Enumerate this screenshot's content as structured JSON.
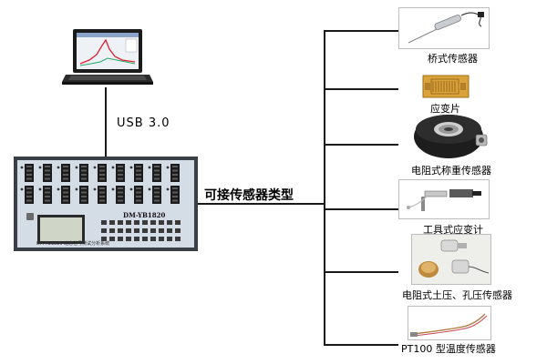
{
  "connection_label": "USB 3.0",
  "hub_label": "可接传感器类型",
  "device": {
    "brand_text": "DM-YB1820",
    "panel_text": "DM-YB1820 动态信号测试分析系统"
  },
  "sensors": [
    {
      "label": "桥式传感器",
      "icon": "bridge-sensor-icon"
    },
    {
      "label": "应变片",
      "icon": "strain-gauge-icon"
    },
    {
      "label": "电阻式称重传感器",
      "icon": "load-cell-icon"
    },
    {
      "label": "工具式应变计",
      "icon": "tool-strain-gauge-icon"
    },
    {
      "label": "电阻式土压、孔压传感器",
      "icon": "pressure-sensor-icon"
    },
    {
      "label": "PT100 型温度传感器",
      "icon": "temperature-probe-icon"
    }
  ],
  "colors": {
    "device_body": "#d4dde6",
    "device_frame": "#3a3f47",
    "terminal": "#1c1c1c",
    "screen": "#cfd6c8",
    "line": "#1a1a1a"
  }
}
